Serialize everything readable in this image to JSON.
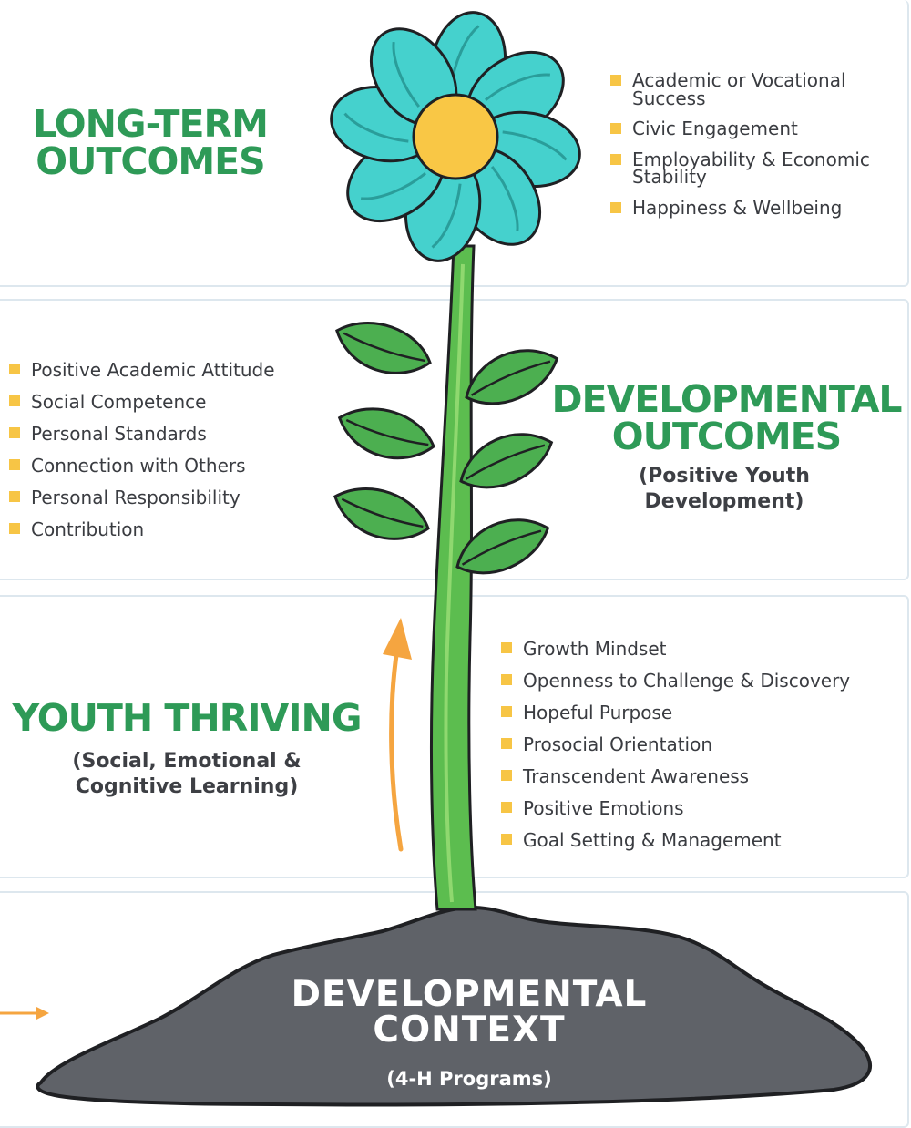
{
  "long_term": {
    "title_lines": [
      "LONG-TERM",
      "OUTCOMES"
    ],
    "items": [
      "Academic or Vocational Success",
      "Civic Engagement",
      "Employability & Economic Stability",
      "Happiness & Wellbeing"
    ]
  },
  "developmental": {
    "title_lines": [
      "DEVELOPMENTAL",
      "OUTCOMES"
    ],
    "subtitle_lines": [
      "(Positive Youth",
      "Development)"
    ],
    "items": [
      "Positive Academic Attitude",
      "Social Competence",
      "Personal Standards",
      "Connection with Others",
      "Personal Responsibility",
      "Contribution"
    ]
  },
  "youth_thriving": {
    "title_lines": [
      "YOUTH THRIVING"
    ],
    "subtitle_lines": [
      "(Social, Emotional &",
      "Cognitive Learning)"
    ],
    "items": [
      "Growth Mindset",
      "Openness to Challenge & Discovery",
      "Hopeful Purpose",
      "Prosocial Orientation",
      "Transcendent Awareness",
      "Positive Emotions",
      "Goal Setting & Management"
    ]
  },
  "context": {
    "title_lines": [
      "DEVELOPMENTAL",
      "CONTEXT"
    ],
    "subtitle": "(4-H Programs)"
  },
  "colors": {
    "title_green": "#2e9a57",
    "bullet_yellow": "#f7c545",
    "petal_teal": "#45d1cd",
    "flower_center": "#f9c745",
    "leaf_green": "#4caf50",
    "stem_green": "#5cbd4f",
    "soil_gray": "#5f6268",
    "arrow_orange": "#f5a540"
  }
}
